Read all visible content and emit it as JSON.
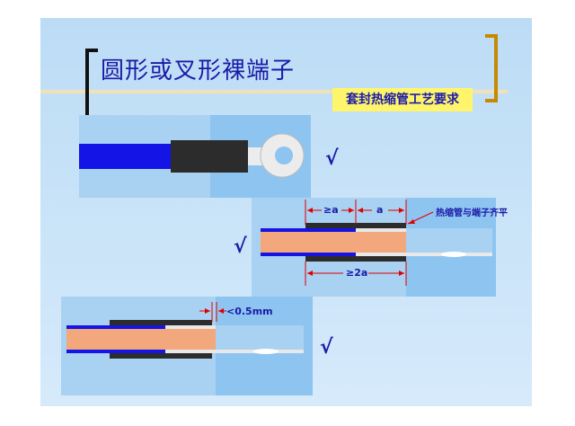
{
  "title": "圆形或叉形裸端子",
  "subtitle": "套封热缩管工艺要求",
  "check_mark": "√",
  "labels": {
    "ge_a": "≥a",
    "a": "a",
    "ge_2a": "≥2a",
    "lt_05": "<0.5mm",
    "flush_note": "热缩管与端子齐平"
  },
  "colors": {
    "slide_bg": "#c8e3f8",
    "wire_blue": "#1a1ae0",
    "copper": "#f2a77c",
    "sleeve_dark": "#2a2a2a",
    "terminal_light": "#e8e8e8",
    "panel_blue": "#8ec4f0",
    "dim_red": "#e00000"
  }
}
